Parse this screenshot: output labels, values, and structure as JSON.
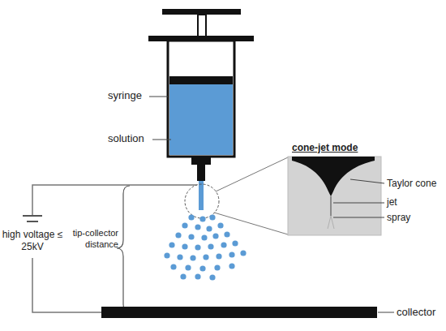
{
  "diagram": {
    "labels": [
      "syringe",
      "solution",
      "cone-jet mode",
      "Taylor cone",
      "jet",
      "spray",
      "high voltage ≤ 25kV",
      "tip-collector distance",
      "collector"
    ]
  }
}
